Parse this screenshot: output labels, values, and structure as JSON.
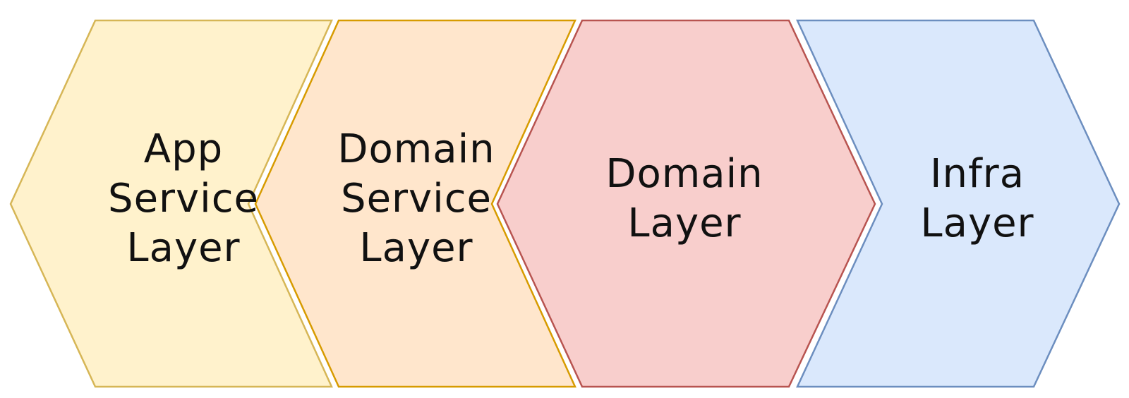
{
  "diagram": {
    "layers": [
      {
        "id": "app-service",
        "lines": [
          "App",
          "Service",
          "Layer"
        ],
        "fill": "#fff2cc",
        "stroke": "#d6b656"
      },
      {
        "id": "domain-service",
        "lines": [
          "Domain",
          "Service",
          "Layer"
        ],
        "fill": "#ffe6cc",
        "stroke": "#d79b00"
      },
      {
        "id": "domain",
        "lines": [
          "Domain",
          "Layer"
        ],
        "fill": "#f8cecc",
        "stroke": "#b85450"
      },
      {
        "id": "infra",
        "lines": [
          "Infra",
          "Layer"
        ],
        "fill": "#dae8fc",
        "stroke": "#6c8ebf"
      }
    ]
  }
}
